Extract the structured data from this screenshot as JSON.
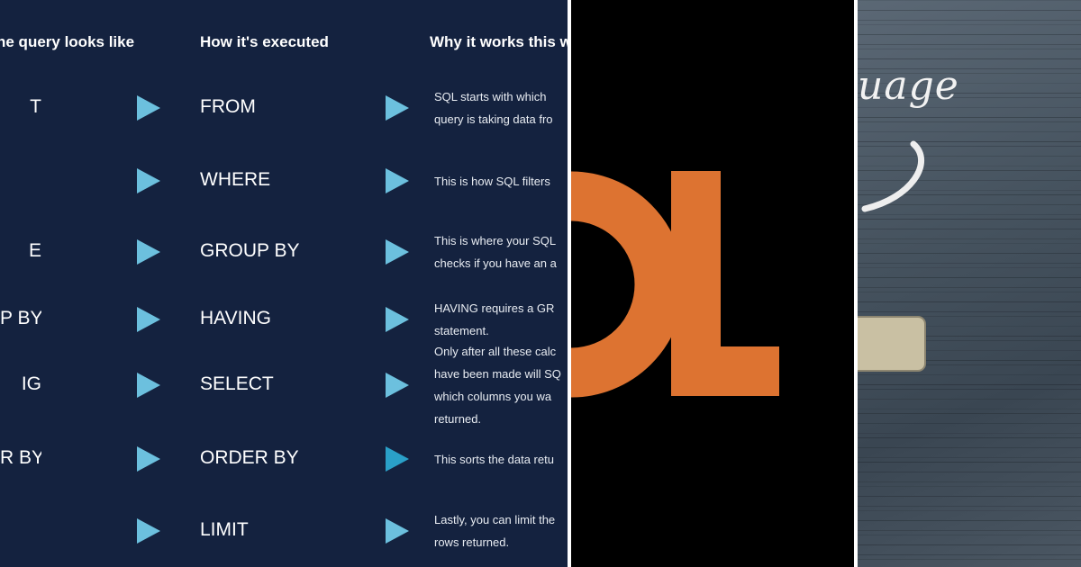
{
  "table": {
    "headers": [
      "he query looks like",
      "How it's executed",
      "Why it works this w"
    ],
    "rows": [
      {
        "query": "T",
        "executed": "FROM",
        "why": [
          "SQL starts with which",
          "query is taking data fro"
        ]
      },
      {
        "query": "",
        "executed": "WHERE",
        "why": [
          "This is how SQL filters"
        ]
      },
      {
        "query": "E",
        "executed": "GROUP BY",
        "why": [
          "This is where your SQL",
          "checks if you have an a"
        ]
      },
      {
        "query": "P BY",
        "executed": "HAVING",
        "why": [
          "HAVING requires a GR",
          "statement."
        ]
      },
      {
        "query": "IG",
        "executed": "SELECT",
        "why": [
          "Only after all these calc",
          "have been made will SQ",
          "which columns you wa",
          "returned."
        ]
      },
      {
        "query": "R BY",
        "executed": "ORDER BY",
        "why": [
          "This sorts the data retu"
        ]
      },
      {
        "query": "",
        "executed": "LIMIT",
        "why": [
          "Lastly, you can limit the",
          "rows returned."
        ]
      }
    ],
    "arrow_icon": "triangle-right-icon",
    "colors": {
      "background": "#14223f",
      "arrow": "#6cc0de"
    }
  },
  "logo": {
    "text": "QL",
    "color": "#dd7331",
    "background": "#000000"
  },
  "photo": {
    "handwriting": "uage",
    "bracket": ")"
  }
}
